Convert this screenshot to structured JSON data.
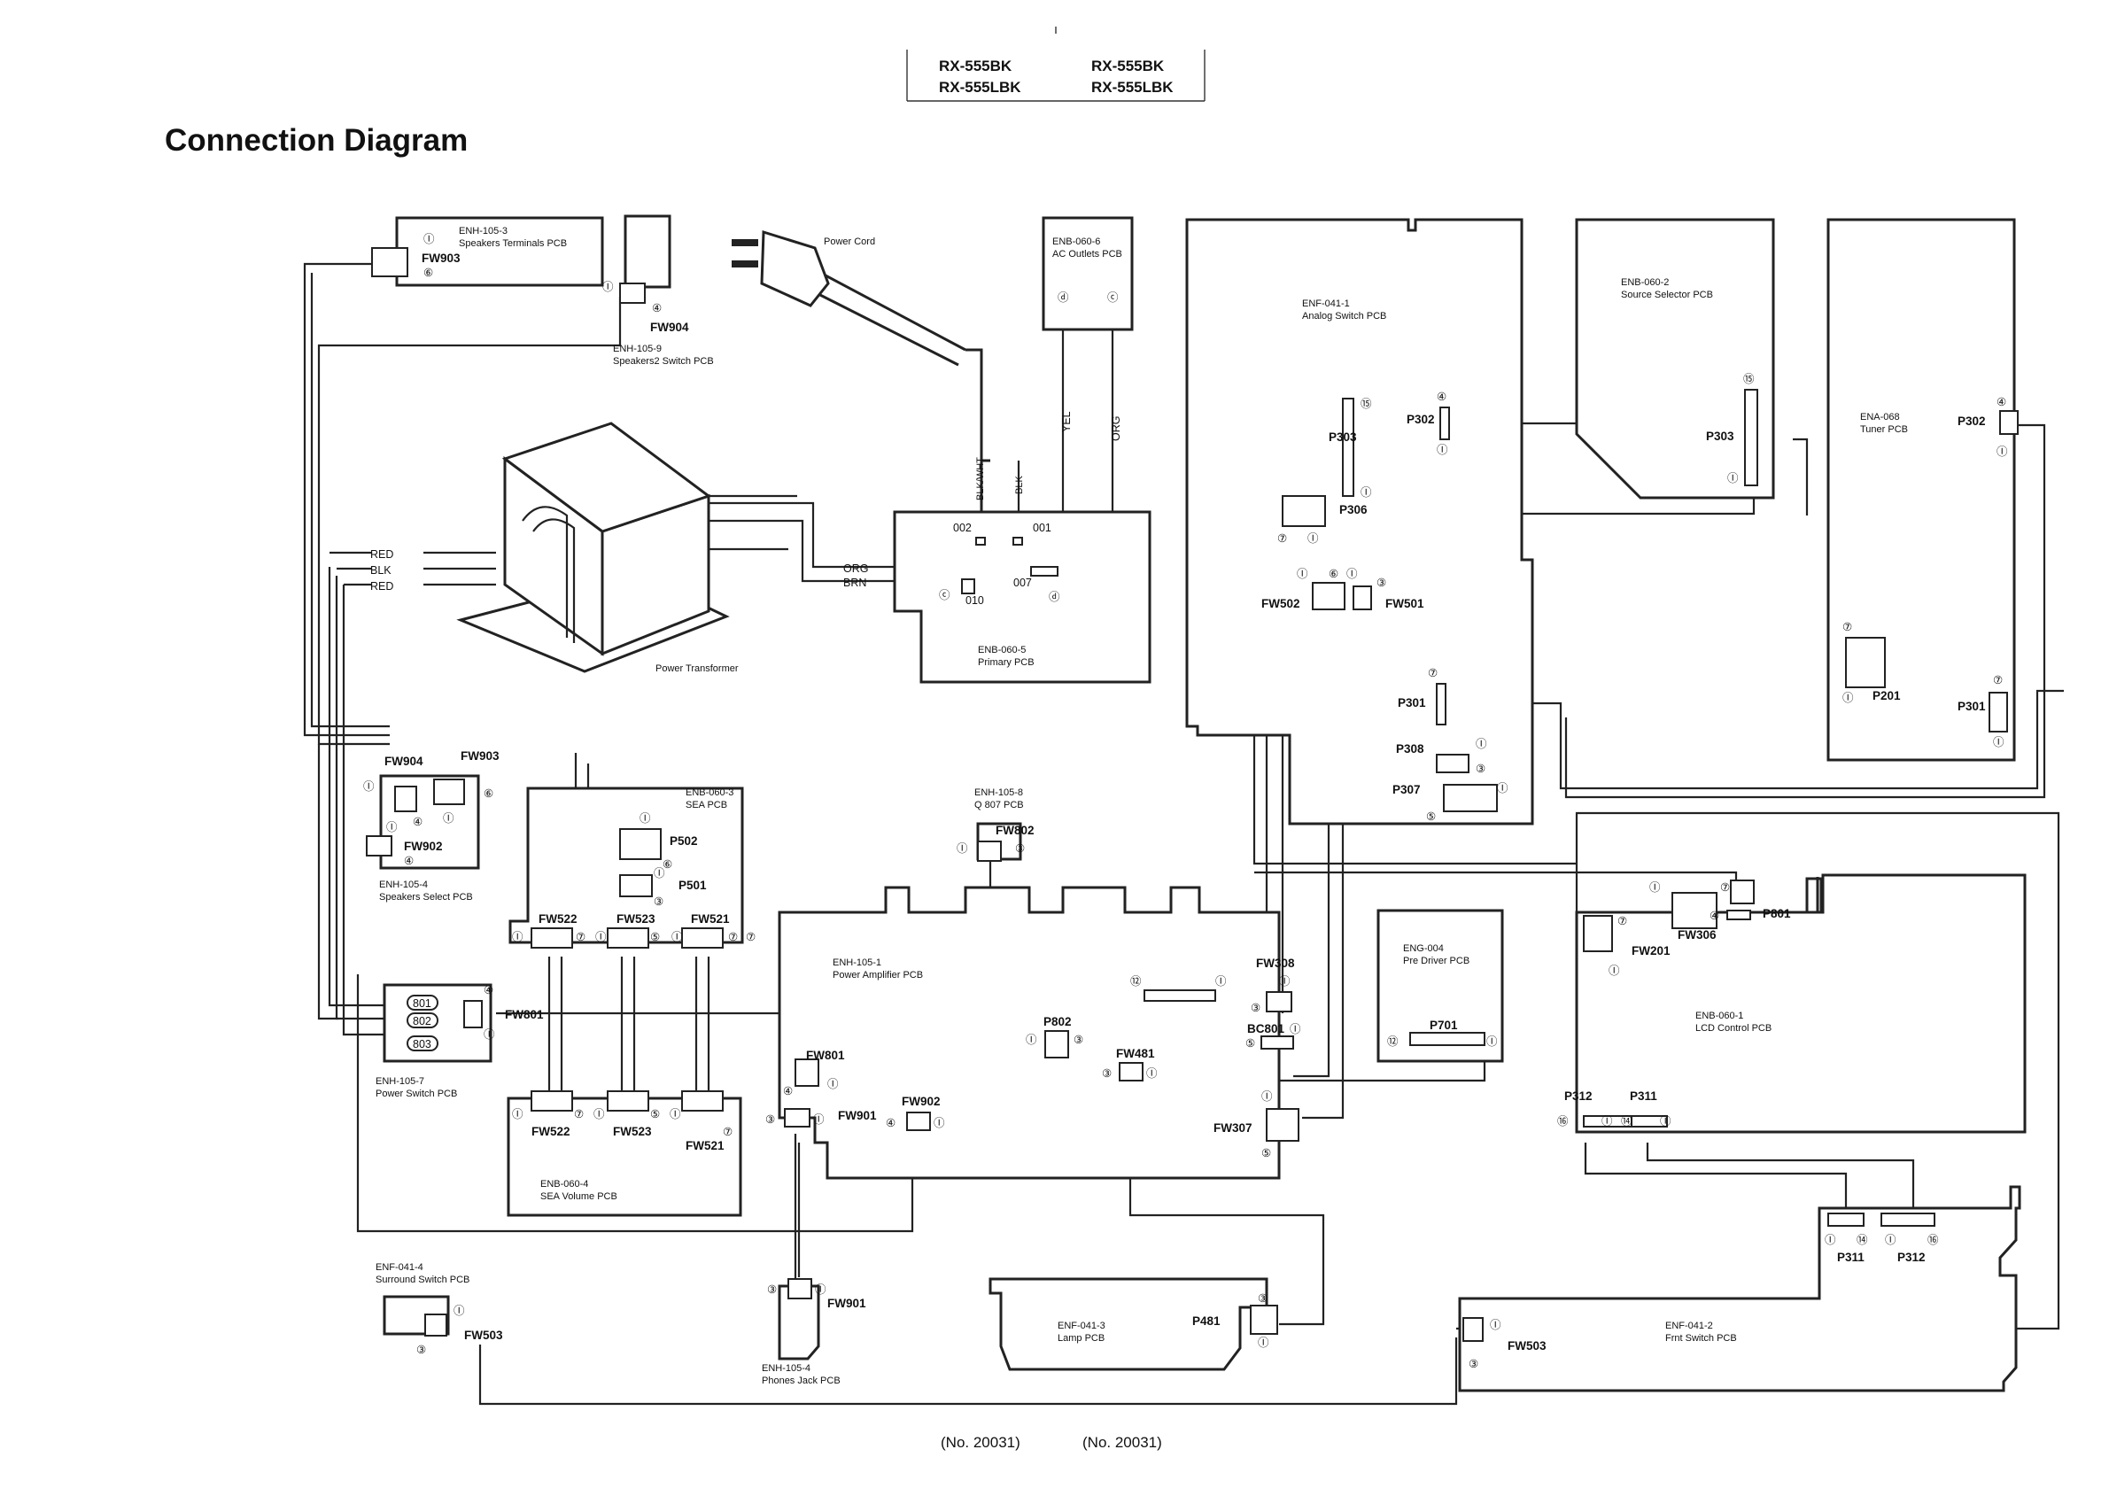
{
  "header": {
    "models_left": [
      "RX-555BK",
      "RX-555LBK"
    ],
    "models_right": [
      "RX-555BK",
      "RX-555LBK"
    ]
  },
  "title": "Connection Diagram",
  "footer": {
    "left": "(No. 20031)",
    "right": "(No. 20031)"
  },
  "boards": {
    "speakers_terminals": [
      "ENH-105-3",
      "Speakers Terminals PCB"
    ],
    "speakers2_switch": [
      "ENH-105-9",
      "Speakers2 Switch PCB"
    ],
    "power_cord": "Power Cord",
    "ac_outlets": [
      "ENB-060-6",
      "AC Outlets PCB"
    ],
    "analog_switch": [
      "ENF-041-1",
      "Analog Switch PCB"
    ],
    "source_selector": [
      "ENB-060-2",
      "Source Selector PCB"
    ],
    "tuner": [
      "ENA-068",
      "Tuner PCB"
    ],
    "power_transformer": "Power Transformer",
    "primary": [
      "ENB-060-5",
      "Primary PCB"
    ],
    "sea": [
      "ENB-060-3",
      "SEA PCB"
    ],
    "q807": [
      "ENH-105-8",
      "Q 807 PCB"
    ],
    "speakers_select": [
      "ENH-105-4",
      "Speakers Select PCB"
    ],
    "power_amplifier": [
      "ENH-105-1",
      "Power Amplifier PCB"
    ],
    "pre_driver": [
      "ENG-004",
      "Pre Driver PCB"
    ],
    "lcd_control": [
      "ENB-060-1",
      "LCD Control PCB"
    ],
    "power_switch": [
      "ENH-105-7",
      "Power Switch PCB"
    ],
    "sea_volume": [
      "ENB-060-4",
      "SEA Volume PCB"
    ],
    "surround_switch": [
      "ENF-041-4",
      "Surround Switch PCB"
    ],
    "phones_jack": [
      "ENH-105-4",
      "Phones Jack PCB"
    ],
    "lamp": [
      "ENF-041-3",
      "Lamp PCB"
    ],
    "front_switch": [
      "ENF-041-2",
      "Frnt Switch PCB"
    ]
  },
  "wire_colors": {
    "red": "RED",
    "blk": "BLK",
    "org": "ORG",
    "brn": "BRN",
    "yel": "YEL",
    "blk_wht": "BLK/WHT"
  },
  "terminals": {
    "t002": "002",
    "t001": "001",
    "t007": "007",
    "t010": "010",
    "t801": "801",
    "t802": "802",
    "t803": "803"
  },
  "connectors": {
    "fw903": "FW903",
    "fw904": "FW904",
    "fw902": "FW902",
    "fw801": "FW801",
    "fw522": "FW522",
    "fw523": "FW523",
    "fw521": "FW521",
    "fw802": "FW802",
    "fw901": "FW901",
    "fw481": "FW481",
    "fw308": "FW308",
    "bc801": "BC801",
    "fw307": "FW307",
    "fw502": "FW502",
    "fw501": "FW501",
    "fw306": "FW306",
    "fw201": "FW201",
    "fw503": "FW503",
    "p303": "P303",
    "p306": "P306",
    "p302": "P302",
    "p301": "P301",
    "p308": "P308",
    "p307": "P307",
    "p201": "P201",
    "p502": "P502",
    "p501": "P501",
    "p802": "P802",
    "p701": "P701",
    "p801": "P801",
    "p312": "P312",
    "p311": "P311",
    "p481": "P481"
  },
  "pins": {
    "p1": "Ⓘ",
    "p3": "③",
    "p4": "④",
    "p5": "⑤",
    "p6": "⑥",
    "p7": "⑦",
    "p12": "⑫",
    "p14": "⑭",
    "p15": "⑮",
    "p16": "⑯",
    "c": "ⓒ",
    "d": "ⓓ"
  }
}
